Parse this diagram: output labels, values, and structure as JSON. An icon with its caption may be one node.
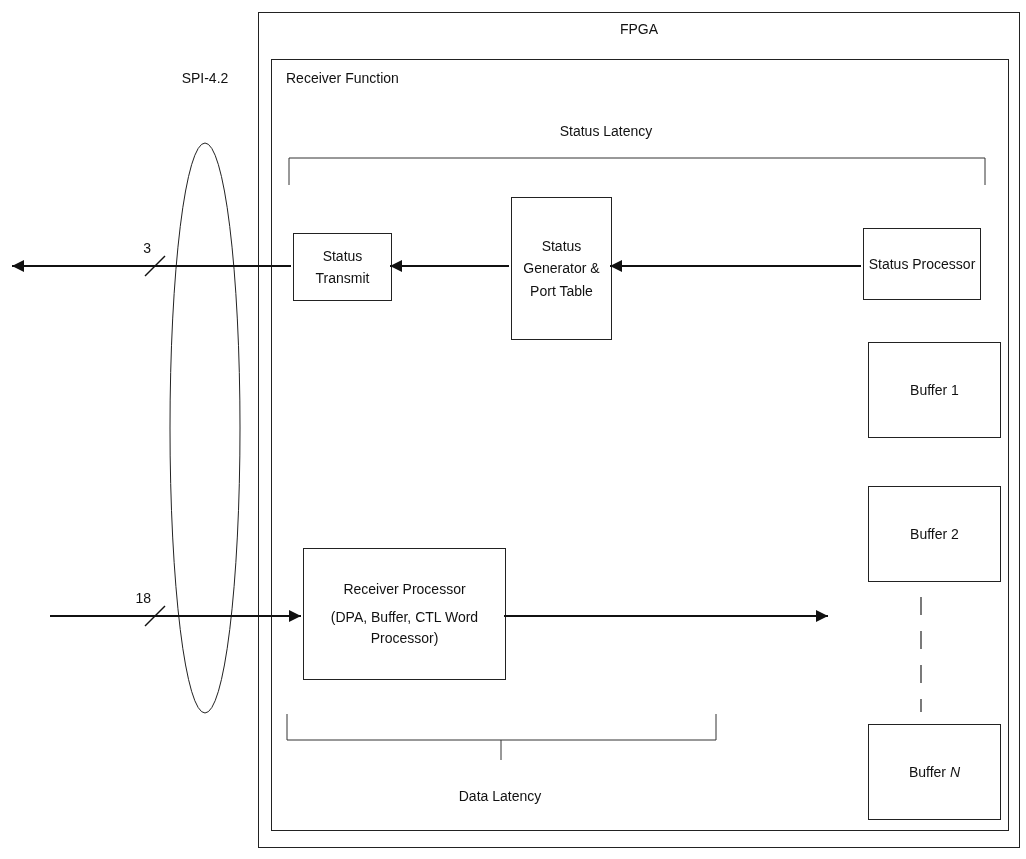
{
  "diagram": {
    "nodes": [
      {
        "text": [
          "FPGA"
        ]
      },
      {
        "text": [
          "Receiver Function"
        ],
        "in": 0
      },
      {
        "text": [
          "Status Transmit"
        ],
        "in": 1
      },
      {
        "text": [
          "Status Generator & Port Table"
        ],
        "in": 1
      },
      {
        "text": [
          "Status Processor"
        ],
        "in": 1
      },
      {
        "text": [
          "Buffer 1"
        ],
        "in": 1
      },
      {
        "text": [
          "Buffer 2"
        ],
        "in": 1
      },
      {
        "text": [
          "Buffer *N*"
        ],
        "in": 1
      },
      {
        "text": [
          "Receiver Processor",
          "(DPA, Buffer, CTL Word Processor)"
        ],
        "in": 1
      },
      {
        "text": [
          "SPI-4.2"
        ]
      }
    ],
    "edges": [
      {
        "from": 2,
        "to": null,
        "arrow": "to",
        "label": "3"
      },
      {
        "from": 3,
        "to": 2,
        "arrow": "to"
      },
      {
        "from": 4,
        "to": 3,
        "arrow": "to"
      },
      {
        "from": null,
        "to": 8,
        "arrow": "to",
        "label": "18"
      },
      {
        "from": 8,
        "to": null,
        "arrow": "to"
      }
    ],
    "labels": [
      "Status Latency",
      "Data Latency"
    ]
  }
}
